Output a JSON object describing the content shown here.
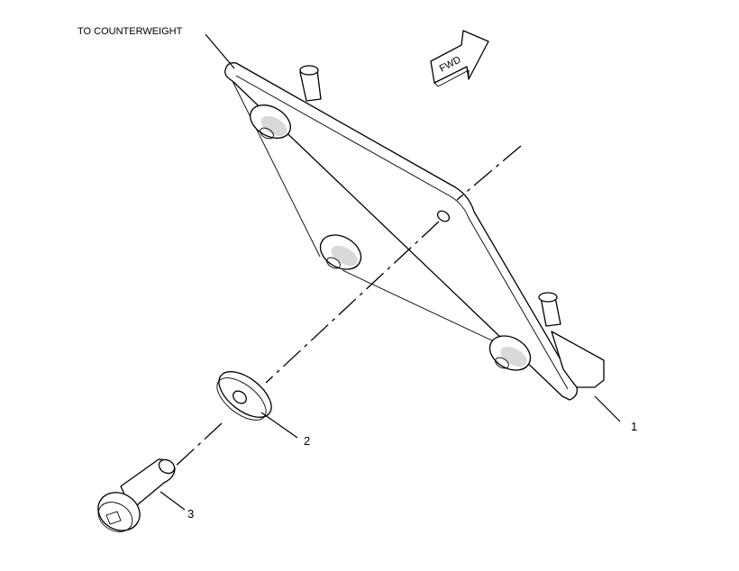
{
  "labels": {
    "to_counterweight": "TO COUNTERWEIGHT",
    "fwd": "FWD",
    "callout_1": "1",
    "callout_2": "2",
    "callout_3": "3"
  },
  "colors": {
    "ink": "#000000",
    "background": "#ffffff",
    "shading": "#d9d9d9"
  }
}
